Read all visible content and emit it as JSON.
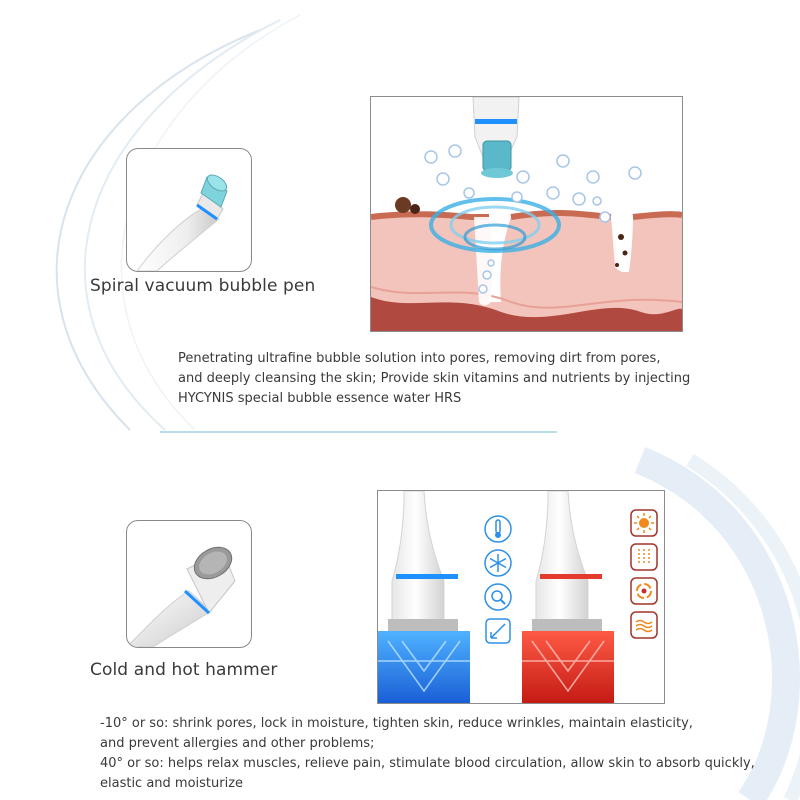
{
  "section_one": {
    "title": "Spiral vacuum bubble pen",
    "description": [
      "Penetrating ultrafine bubble solution into pores, removing dirt from pores,",
      "and deeply cleansing the skin; Provide skin vitamins and nutrients by injecting",
      "HYCYNIS special bubble essence water HRS"
    ]
  },
  "section_two": {
    "title": "Cold and hot hammer",
    "description": [
      "-10° or so: shrink pores, lock in moisture, tighten skin, reduce wrinkles, maintain elasticity,",
      "and prevent allergies and other problems;",
      "40° or so: helps relax muscles, relieve pain, stimulate blood circulation, allow skin to absorb quickly,",
      "elastic and moisturize"
    ],
    "cold_icons": [
      "thermometer-icon",
      "snowflake-icon",
      "shrink-pores-icon",
      "tighten-icon"
    ],
    "hot_icons": [
      "sun-icon",
      "heat-waves-icon",
      "circulation-icon",
      "moisture-icon"
    ]
  },
  "colors": {
    "cold_accent": "#2f8fe6",
    "hot_accent": "#e53b2c",
    "ring_blue": "#1e90ff",
    "skin_pink": "#f3c4bb",
    "skin_dark": "#a9413a",
    "decor_curve": "#c9d9e8",
    "divider": "#9ed6df"
  }
}
